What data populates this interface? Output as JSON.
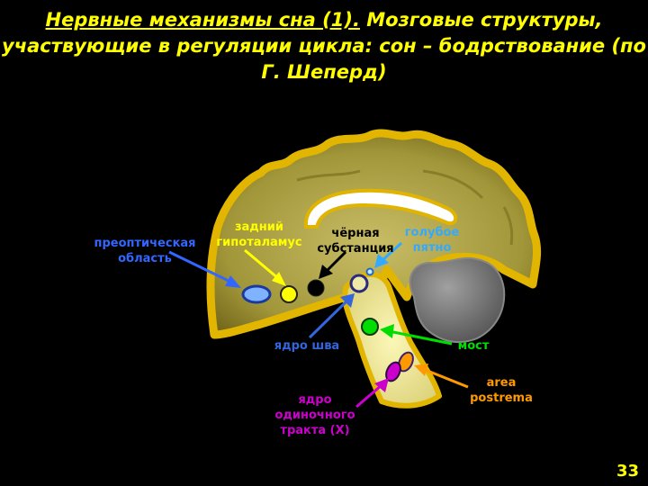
{
  "title": {
    "part1": "Нервные механизмы сна (1).",
    "part2": "Мозговые структуры, участвующие в регуляции цикла: сон – бодрствование (по Г. Шеперд)"
  },
  "labels": {
    "preoptic": "преоптическая\nобласть",
    "posterior_hypothalamus": "задний\nгипоталамус",
    "substantia_nigra": "чёрная\nсубстанция",
    "locus_coeruleus": "голубое\nпятно",
    "raphe": "ядро шва",
    "pons": "мост",
    "area_postrema": "area\npostrema",
    "solitary_tract": "ядро\nодиночного\nтракта (X)"
  },
  "colors": {
    "title": "#ffff00",
    "brain_fill": "#a79c3c",
    "brain_outline": "#e0b400",
    "preoptic": "#3366ff",
    "posterior_hypothalamus": "#ffff00",
    "substantia_nigra": "#000000",
    "locus_coeruleus": "#33aaff",
    "raphe": "#3366dd",
    "pons": "#00dd00",
    "area_postrema": "#ff9900",
    "solitary_tract": "#cc00cc"
  },
  "page_number": "33"
}
